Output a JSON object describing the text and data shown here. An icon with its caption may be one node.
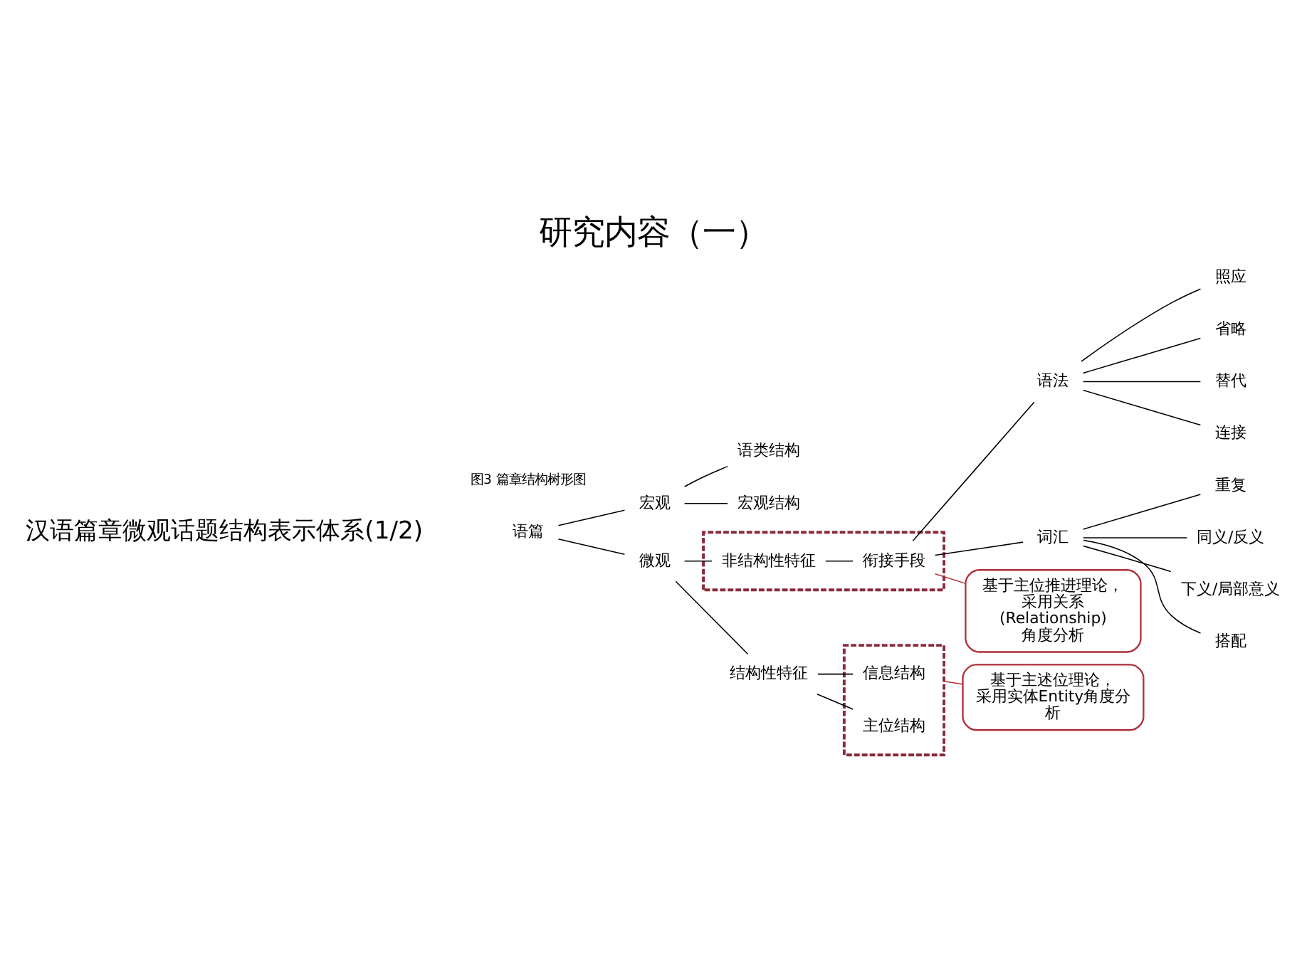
{
  "diagram": {
    "title": "研究内容（一）",
    "caption": "图3 篇章结构树形图",
    "nodes": [
      {
        "text": [
          "语篇"
        ]
      },
      {
        "text": [
          "宏观"
        ]
      },
      {
        "text": [
          "语类结构"
        ]
      },
      {
        "text": [
          "宏观结构"
        ]
      },
      {
        "text": [
          "微观"
        ]
      },
      {
        "text": [
          "结构性特征"
        ]
      },
      {
        "text": [],
        "shape": "box"
      },
      {
        "text": [
          "信息结构"
        ],
        "in": 6
      },
      {
        "text": [
          "主位结构"
        ],
        "in": 6
      },
      {
        "text": [],
        "shape": "box"
      },
      {
        "text": [
          "非结构性特征"
        ],
        "in": 9
      },
      {
        "text": [
          "衔接手段"
        ],
        "in": 9
      },
      {
        "text": [
          "语法"
        ]
      },
      {
        "text": [
          "照应"
        ]
      },
      {
        "text": [
          "省略"
        ]
      },
      {
        "text": [
          "替代"
        ]
      },
      {
        "text": [
          "连接"
        ]
      },
      {
        "text": [
          "词汇"
        ]
      },
      {
        "text": [
          "重复"
        ]
      },
      {
        "text": [
          "同义/反义"
        ]
      },
      {
        "text": [
          "下义/局部意义"
        ]
      },
      {
        "text": [
          "搭配"
        ]
      },
      {
        "text": [
          "基于主述位理论，采用实体Entity角度分析"
        ]
      },
      {
        "text": [
          "基于主位推进理论，采用关系(Relationship)角度分析"
        ]
      }
    ],
    "edges": [
      {
        "from": 0,
        "to": 1,
        "arrow": "none"
      },
      {
        "from": 0,
        "to": 4,
        "arrow": "none"
      },
      {
        "from": 1,
        "to": 2,
        "arrow": "none"
      },
      {
        "from": 1,
        "to": 3,
        "arrow": "none"
      },
      {
        "from": 4,
        "to": 5,
        "arrow": "none"
      },
      {
        "from": 4,
        "to": 10,
        "arrow": "none"
      },
      {
        "from": 5,
        "to": 7,
        "arrow": "none"
      },
      {
        "from": 5,
        "to": 8,
        "arrow": "none"
      },
      {
        "from": 10,
        "to": 11,
        "arrow": "none"
      },
      {
        "from": 11,
        "to": 12,
        "arrow": "none"
      },
      {
        "from": 11,
        "to": 17,
        "arrow": "none"
      },
      {
        "from": 12,
        "to": 13,
        "arrow": "none"
      },
      {
        "from": 12,
        "to": 14,
        "arrow": "none"
      },
      {
        "from": 12,
        "to": 15,
        "arrow": "none"
      },
      {
        "from": 12,
        "to": 16,
        "arrow": "none"
      },
      {
        "from": 17,
        "to": 18,
        "arrow": "none"
      },
      {
        "from": 17,
        "to": 19,
        "arrow": "none"
      },
      {
        "from": 17,
        "to": 20,
        "arrow": "none"
      },
      {
        "from": 17,
        "to": 21,
        "arrow": "none"
      },
      {
        "from": 22,
        "to": 6,
        "arrow": "none",
        "color": "#b0303a"
      },
      {
        "from": 23,
        "to": 11,
        "arrow": "none",
        "color": "#b0303a"
      }
    ],
    "labels": [
      "汉语篇章微观话题结构表示体系(1/2)"
    ]
  }
}
